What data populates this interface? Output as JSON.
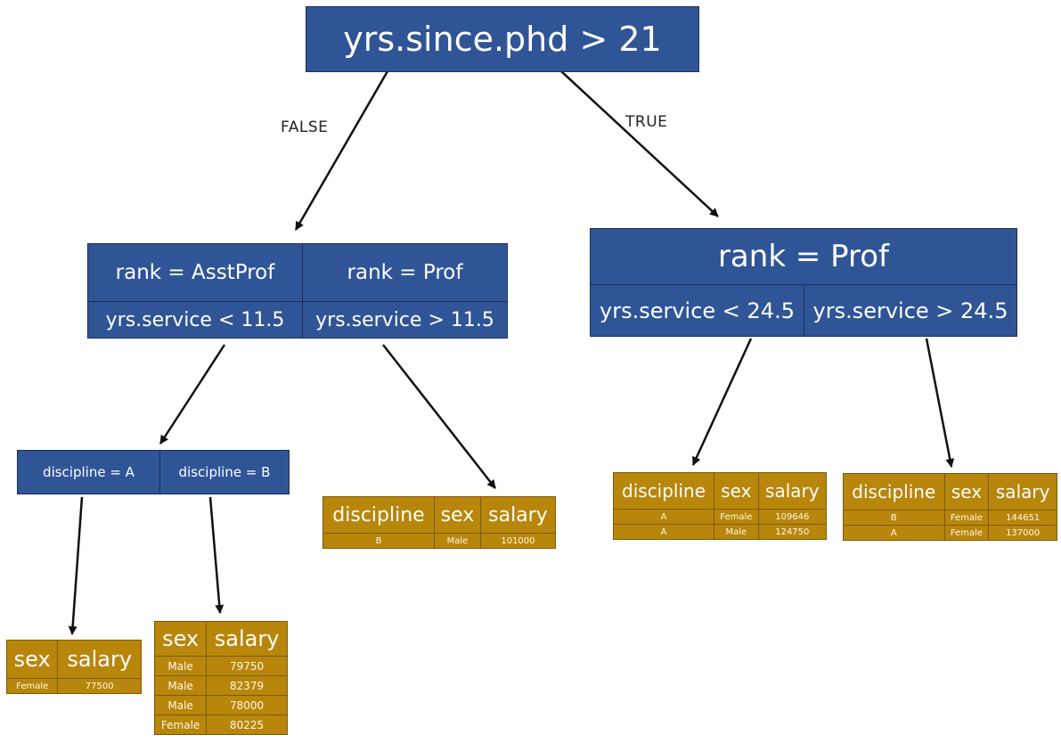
{
  "root": {
    "label": "yrs.since.phd > 21"
  },
  "edges": {
    "false_label": "FALSE",
    "true_label": "TRUE"
  },
  "left_node": {
    "rank_left": "rank = AsstProf",
    "rank_right": "rank = Prof",
    "service_left": "yrs.service < 11.5",
    "service_right": "yrs.service > 11.5"
  },
  "right_node": {
    "rank": "rank = Prof",
    "service_left": "yrs.service < 24.5",
    "service_right": "yrs.service > 24.5"
  },
  "discipline_node": {
    "left": "discipline = A",
    "right": "discipline = B"
  },
  "leaves": {
    "leaf_a": {
      "headers": [
        "sex",
        "salary"
      ],
      "rows": [
        [
          "Female",
          "77500"
        ]
      ]
    },
    "leaf_b": {
      "headers": [
        "sex",
        "salary"
      ],
      "rows": [
        [
          "Male",
          "79750"
        ],
        [
          "Male",
          "82379"
        ],
        [
          "Male",
          "78000"
        ],
        [
          "Female",
          "80225"
        ]
      ]
    },
    "leaf_c": {
      "headers": [
        "discipline",
        "sex",
        "salary"
      ],
      "rows": [
        [
          "B",
          "Male",
          "101000"
        ]
      ]
    },
    "leaf_d": {
      "headers": [
        "discipline",
        "sex",
        "salary"
      ],
      "rows": [
        [
          "A",
          "Female",
          "109646"
        ],
        [
          "A",
          "Male",
          "124750"
        ]
      ]
    },
    "leaf_e": {
      "headers": [
        "discipline",
        "sex",
        "salary"
      ],
      "rows": [
        [
          "B",
          "Female",
          "144651"
        ],
        [
          "A",
          "Female",
          "137000"
        ]
      ]
    }
  },
  "colors": {
    "node_fill": "#2f5597",
    "leaf_fill": "#b8860b",
    "text": "#ffffff"
  }
}
